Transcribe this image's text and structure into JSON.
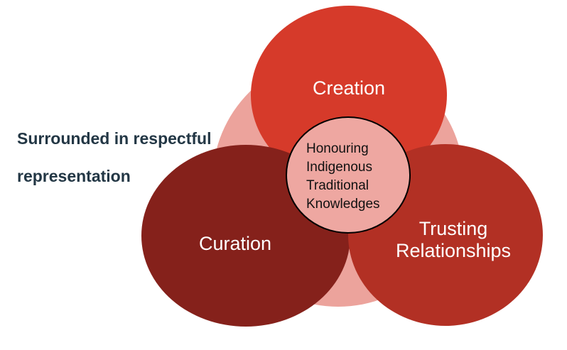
{
  "note": {
    "line1": "Surrounded in respectful",
    "line2": "representation",
    "text_color": "#233745"
  },
  "circles": {
    "background": {
      "fill": "#ECA39C"
    },
    "creation": {
      "label": "Creation",
      "fill": "#D63A2A"
    },
    "curation": {
      "label": "Curation",
      "fill": "#85211B"
    },
    "trusting": {
      "lines": [
        "Trusting",
        "Relationships"
      ],
      "fill": "#B23024"
    },
    "center": {
      "lines": [
        "Honouring",
        "Indigenous",
        "Traditional",
        "Knowledges"
      ],
      "fill": "#EEA7A1",
      "stroke": "#000000",
      "text_color": "#111111"
    }
  },
  "label_text_color": "#FFFFFF"
}
